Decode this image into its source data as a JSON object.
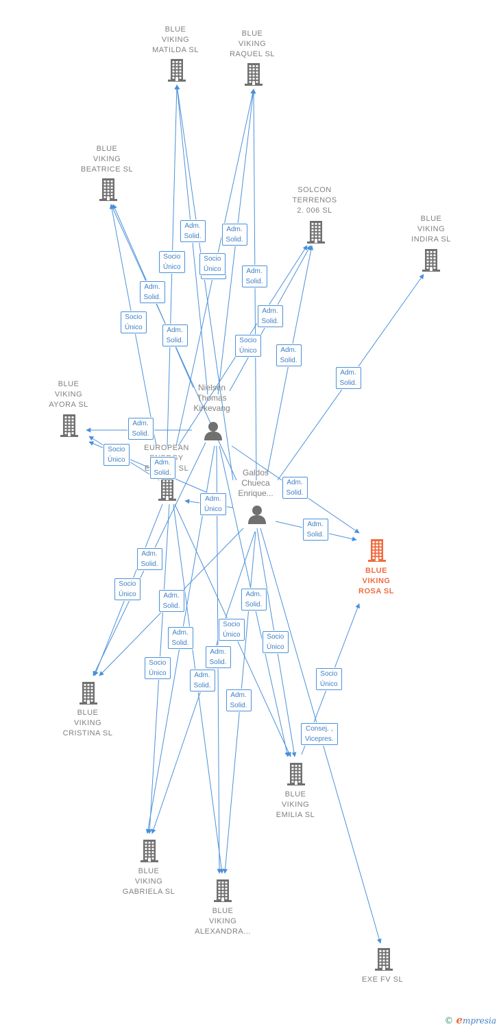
{
  "colors": {
    "edge": "#4a90d9",
    "building": "#707070",
    "main_building": "#f06c3f",
    "person": "#707070",
    "label_text": "#808080",
    "main_text": "#f06c3f"
  },
  "nodes": [
    {
      "id": "matilda",
      "label": "BLUE\nVIKING\nMATILDA  SL",
      "kind": "company",
      "icon": "building-icon"
    },
    {
      "id": "raquel",
      "label": "BLUE\nVIKING\nRAQUEL  SL",
      "kind": "company",
      "icon": "building-icon"
    },
    {
      "id": "beatrice",
      "label": "BLUE\nVIKING\nBEATRICE  SL",
      "kind": "company",
      "icon": "building-icon"
    },
    {
      "id": "solcon",
      "label": "SOLCON\nTERRENOS\n2. 006  SL",
      "kind": "company",
      "icon": "building-icon"
    },
    {
      "id": "indira",
      "label": "BLUE\nVIKING\nINDIRA  SL",
      "kind": "company",
      "icon": "building-icon"
    },
    {
      "id": "ayora",
      "label": "BLUE\nVIKING\nAYORA  SL",
      "kind": "company",
      "icon": "building-icon"
    },
    {
      "id": "nielsen",
      "label": "Nielsen\nThomas\nKirkevang",
      "kind": "person",
      "icon": "person-icon"
    },
    {
      "id": "european",
      "label": "EUROPEAN\nENERGY\nESPAÑA  SL",
      "kind": "company",
      "icon": "building-icon"
    },
    {
      "id": "galdos",
      "label": "Galdos\nChueca\nEnrique...",
      "kind": "person",
      "icon": "person-icon"
    },
    {
      "id": "rosa",
      "label": "BLUE\nVIKING\nROSA  SL",
      "kind": "main",
      "icon": "building-icon"
    },
    {
      "id": "cristina",
      "label": "BLUE\nVIKING\nCRISTINA  SL",
      "kind": "company",
      "icon": "building-icon"
    },
    {
      "id": "emilia",
      "label": "BLUE\nVIKING\nEMILIA  SL",
      "kind": "company",
      "icon": "building-icon"
    },
    {
      "id": "gabriela",
      "label": "BLUE\nVIKING\nGABRIELA  SL",
      "kind": "company",
      "icon": "building-icon"
    },
    {
      "id": "alexandra",
      "label": "BLUE\nVIKING\nALEXANDRA...",
      "kind": "company",
      "icon": "building-icon"
    },
    {
      "id": "exe",
      "label": "EXE FV SL",
      "kind": "company",
      "icon": "building-icon"
    }
  ],
  "edges": [
    {
      "from": "nielsen",
      "to": "matilda",
      "label": "Adm.\nSolid."
    },
    {
      "from": "european",
      "to": "matilda",
      "label": "Socio\nÚnico"
    },
    {
      "from": "galdos",
      "to": "matilda",
      "label": "Adm.\nSolid."
    },
    {
      "from": "nielsen",
      "to": "raquel",
      "label": "Adm.\nSolid."
    },
    {
      "from": "european",
      "to": "raquel",
      "label": "Socio\nÚnico"
    },
    {
      "from": "galdos",
      "to": "raquel",
      "label": "Adm.\nSolid."
    },
    {
      "from": "nielsen",
      "to": "beatrice",
      "label": "Adm.\nSolid."
    },
    {
      "from": "european",
      "to": "beatrice",
      "label": "Socio\nÚnico"
    },
    {
      "from": "galdos",
      "to": "beatrice",
      "label": "Adm.\nSolid."
    },
    {
      "from": "nielsen",
      "to": "solcon",
      "label": "Adm.\nSolid."
    },
    {
      "from": "european",
      "to": "solcon",
      "label": "Socio\nÚnico"
    },
    {
      "from": "galdos",
      "to": "solcon",
      "label": "Adm.\nSolid."
    },
    {
      "from": "galdos",
      "to": "indira",
      "label": "Adm.\nSolid."
    },
    {
      "from": "nielsen",
      "to": "ayora",
      "label": "Adm.\nSolid."
    },
    {
      "from": "european",
      "to": "ayora",
      "label": "Socio\nÚnico"
    },
    {
      "from": "galdos",
      "to": "ayora",
      "label": "Adm.\nSolid."
    },
    {
      "from": "nielsen",
      "to": "rosa",
      "label": "Adm.\nSolid."
    },
    {
      "from": "galdos",
      "to": "rosa",
      "label": "Adm.\nSolid."
    },
    {
      "from": "galdos",
      "to": "european",
      "label": "Adm.\nÚnico"
    },
    {
      "from": "nielsen",
      "to": "cristina",
      "label": "Adm.\nSolid."
    },
    {
      "from": "european",
      "to": "cristina",
      "label": "Socio\nÚnico"
    },
    {
      "from": "galdos",
      "to": "cristina",
      "label": "Adm.\nSolid."
    },
    {
      "from": "nielsen",
      "to": "gabriela",
      "label": "Adm.\nSolid."
    },
    {
      "from": "european",
      "to": "gabriela",
      "label": "Socio\nÚnico"
    },
    {
      "from": "galdos",
      "to": "gabriela",
      "label": "Adm.\nSolid."
    },
    {
      "from": "nielsen",
      "to": "alexandra",
      "label": "Adm.\nSolid."
    },
    {
      "from": "european",
      "to": "alexandra",
      "label": "Socio\nÚnico"
    },
    {
      "from": "galdos",
      "to": "alexandra",
      "label": "Adm.\nSolid."
    },
    {
      "from": "nielsen",
      "to": "emilia",
      "label": "Adm.\nSolid."
    },
    {
      "from": "european",
      "to": "emilia",
      "label": "Socio\nÚnico"
    },
    {
      "from": "galdos",
      "to": "emilia",
      "label": "Adm.\nSolid."
    },
    {
      "from": "emilia",
      "to": "rosa",
      "label": "Socio\nÚnico"
    },
    {
      "from": "galdos",
      "to": "exe",
      "label": "Consej. ,\nVicepres."
    }
  ],
  "footer": {
    "copyright": "©",
    "brand_initial": "e",
    "brand_rest": "mpresia"
  }
}
